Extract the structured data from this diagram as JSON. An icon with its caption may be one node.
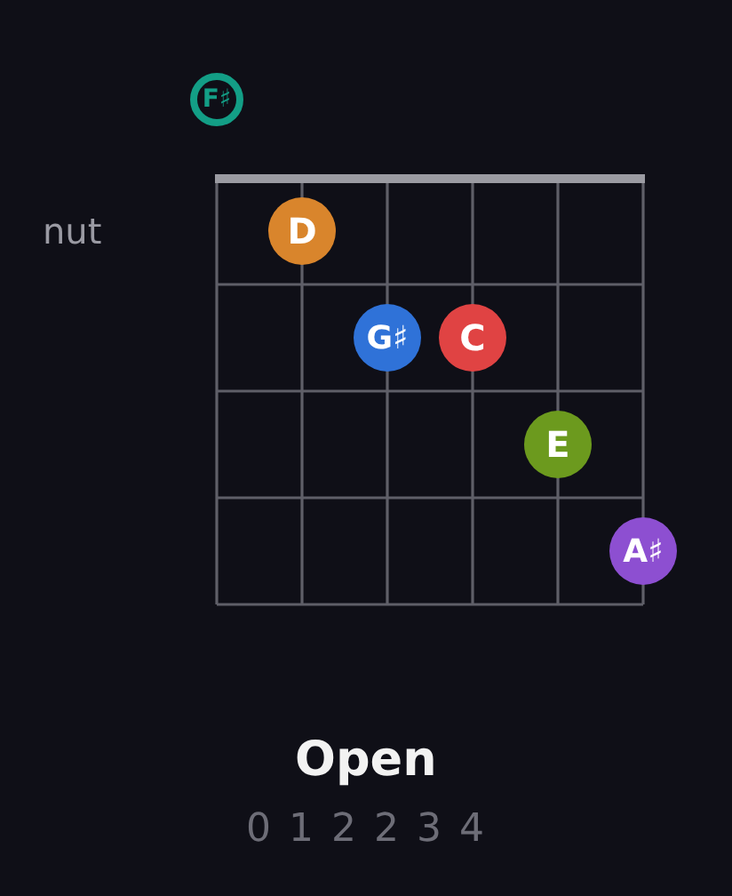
{
  "diagram": {
    "title": "Open",
    "nodes": [
      {
        "text": [
          "F♯"
        ]
      },
      {
        "text": [
          "D"
        ]
      },
      {
        "text": [
          "G♯"
        ]
      },
      {
        "text": [
          "C"
        ]
      },
      {
        "text": [
          "E"
        ]
      },
      {
        "text": [
          "A♯"
        ]
      }
    ],
    "labels": [
      "nut",
      "0 1 2 2 3 4"
    ]
  }
}
